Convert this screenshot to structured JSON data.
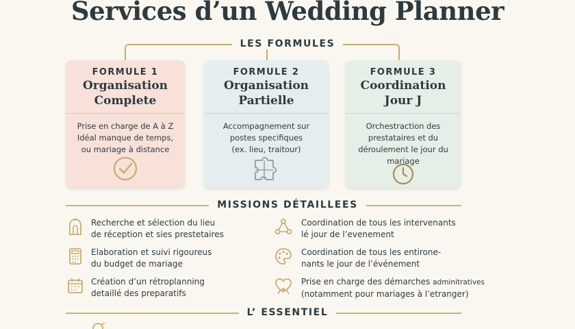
{
  "title": "Services d’un Wedding Planner",
  "sections": {
    "formules": "LES FORMULES",
    "missions": "MISSIONS DÉTAILLEES",
    "essentiel": "L’ ESSENTIEL"
  },
  "formules": [
    {
      "kicker": "FORMULE 1",
      "name_line1": "Organisation",
      "name_line2": "Complete",
      "desc": [
        "Prise en charge de A à Z",
        "Idéal manque de temps,",
        "ou mariage à distance"
      ],
      "icon": "check-circle-icon"
    },
    {
      "kicker": "FORMULE 2",
      "name_line1": "Organisation",
      "name_line2": "Partielle",
      "desc": [
        "Accompagnement sur",
        "postes specifiques",
        "(ex. lieu, traitour)"
      ],
      "icon": "puzzle-icon"
    },
    {
      "kicker": "FORMULE 3",
      "name_line1": "Coordination",
      "name_line2": "Jour J",
      "desc": [
        "Orchestraction des",
        "prestataires et du",
        "déroulement le jour du",
        "mariage"
      ],
      "icon": "clock-icon"
    }
  ],
  "missions_left": [
    {
      "line1": "Recherche et sélection du lieu",
      "line2": "de réception et sies prestetaires",
      "icon": "venue-icon"
    },
    {
      "line1": "Elaboration et suivi rigoureus",
      "line2": "du budget de mariage",
      "icon": "budget-calculator-icon"
    },
    {
      "line1": "Création d’un rétroplanning",
      "line2": "detaillé des preparatifs",
      "icon": "calendar-icon"
    }
  ],
  "missions_right": [
    {
      "line1": "Coordination de tous les intervenants",
      "line2": "lé jour de l’evenement",
      "icon": "network-icon"
    },
    {
      "line1": "Coordination de tous les entirone-",
      "line2": "nants le jour de l’événement",
      "icon": "palette-icon"
    },
    {
      "line1": "Prise en charge des démarches",
      "line1b": "admini­tratives",
      "line2": "(notamment pour mariages à l’etranger)",
      "icon": "heart-ribbon-icon"
    }
  ],
  "colors": {
    "background": "#faf7f0",
    "gold": "#c9aa70",
    "text": "#2e3a3f",
    "card1": "#f8e1d9",
    "card2": "#e4eeee",
    "card3": "#e6efe7"
  }
}
